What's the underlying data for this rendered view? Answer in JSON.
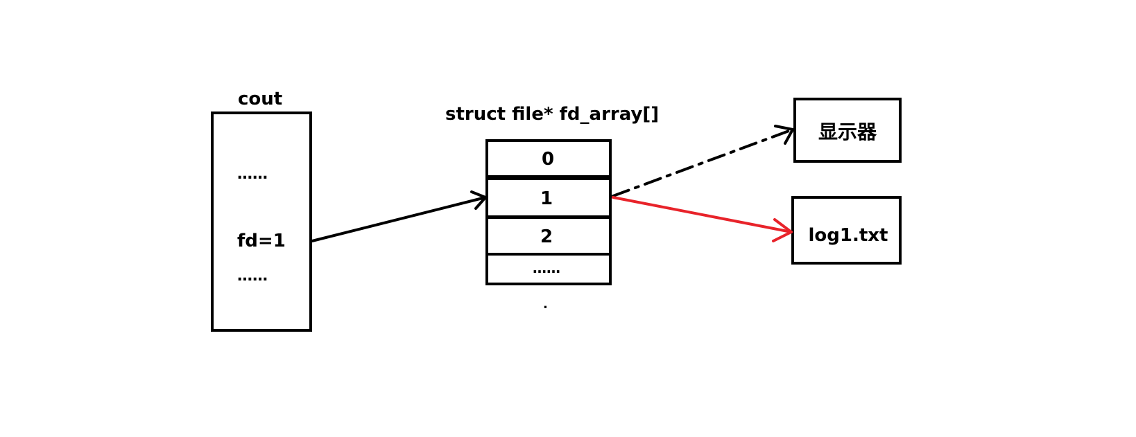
{
  "cout": {
    "title": "cout",
    "dots_top": "……",
    "fd_label": "fd=1",
    "dots_bottom": "……"
  },
  "fd_array": {
    "title": "struct file* fd_array[]",
    "cells": [
      "0",
      "1",
      "2",
      "……"
    ],
    "trailing_mark": "."
  },
  "targets": {
    "display": "显示器",
    "log_file": "log1.txt"
  },
  "colors": {
    "stroke": "#000000",
    "redirect_arrow": "#e8232a"
  }
}
